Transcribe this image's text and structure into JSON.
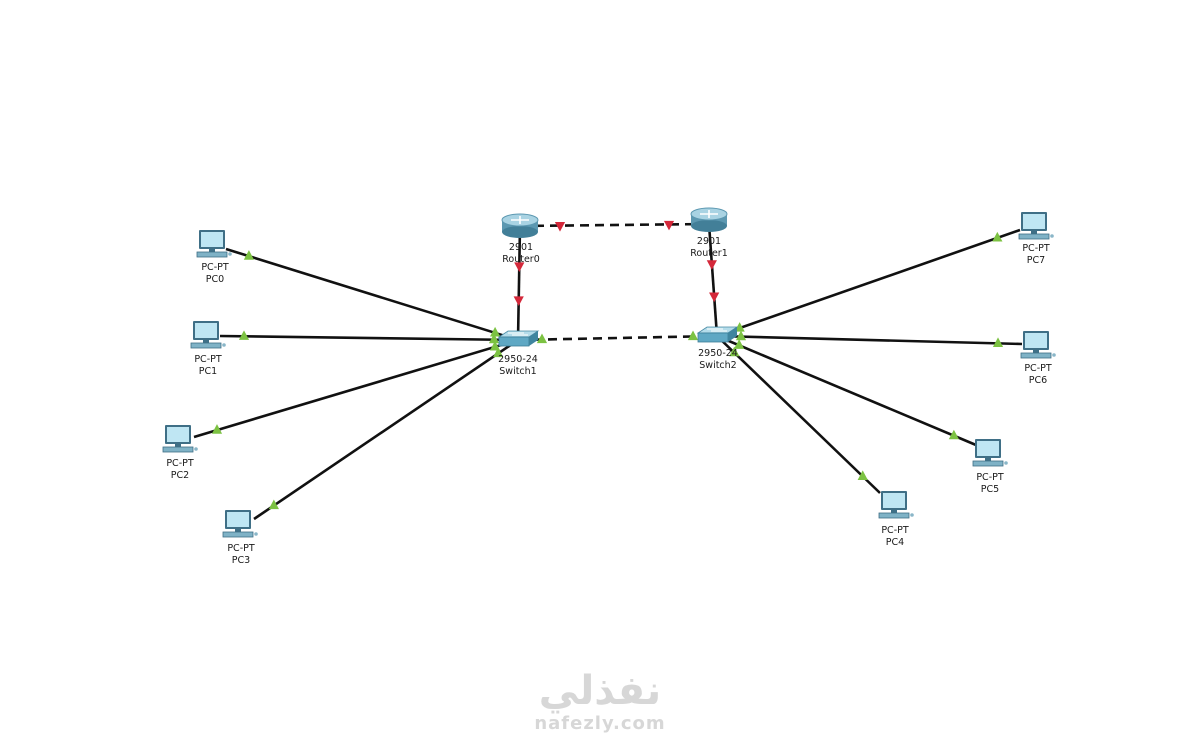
{
  "devices": {
    "router0": {
      "model": "2901",
      "name": "Router0"
    },
    "router1": {
      "model": "2901",
      "name": "Router1"
    },
    "switch1": {
      "model": "2950-24",
      "name": "Switch1"
    },
    "switch2": {
      "model": "2950-24",
      "name": "Switch2"
    },
    "pc0": {
      "model": "PC-PT",
      "name": "PC0"
    },
    "pc1": {
      "model": "PC-PT",
      "name": "PC1"
    },
    "pc2": {
      "model": "PC-PT",
      "name": "PC2"
    },
    "pc3": {
      "model": "PC-PT",
      "name": "PC3"
    },
    "pc4": {
      "model": "PC-PT",
      "name": "PC4"
    },
    "pc5": {
      "model": "PC-PT",
      "name": "PC5"
    },
    "pc6": {
      "model": "PC-PT",
      "name": "PC6"
    },
    "pc7": {
      "model": "PC-PT",
      "name": "PC7"
    }
  },
  "links": [
    {
      "from": "router0",
      "to": "router1",
      "style": "dashed",
      "status": "down"
    },
    {
      "from": "router0",
      "to": "switch1",
      "style": "solid",
      "status": "down"
    },
    {
      "from": "router1",
      "to": "switch2",
      "style": "solid",
      "status": "down"
    },
    {
      "from": "switch1",
      "to": "switch2",
      "style": "dashed",
      "status": "up"
    },
    {
      "from": "pc0",
      "to": "switch1",
      "style": "solid",
      "status": "up"
    },
    {
      "from": "pc1",
      "to": "switch1",
      "style": "solid",
      "status": "up"
    },
    {
      "from": "pc2",
      "to": "switch1",
      "style": "solid",
      "status": "up"
    },
    {
      "from": "pc3",
      "to": "switch1",
      "style": "solid",
      "status": "up"
    },
    {
      "from": "pc4",
      "to": "switch2",
      "style": "solid",
      "status": "up"
    },
    {
      "from": "pc5",
      "to": "switch2",
      "style": "solid",
      "status": "up"
    },
    {
      "from": "pc6",
      "to": "switch2",
      "style": "solid",
      "status": "up"
    },
    {
      "from": "pc7",
      "to": "switch2",
      "style": "solid",
      "status": "up"
    }
  ],
  "colors": {
    "link": "#111111",
    "up": "#7cc242",
    "down": "#d4283a",
    "device": "#5fa8c4"
  },
  "watermark": {
    "arabic": "نفذلي",
    "latin": "nafezly.com"
  }
}
